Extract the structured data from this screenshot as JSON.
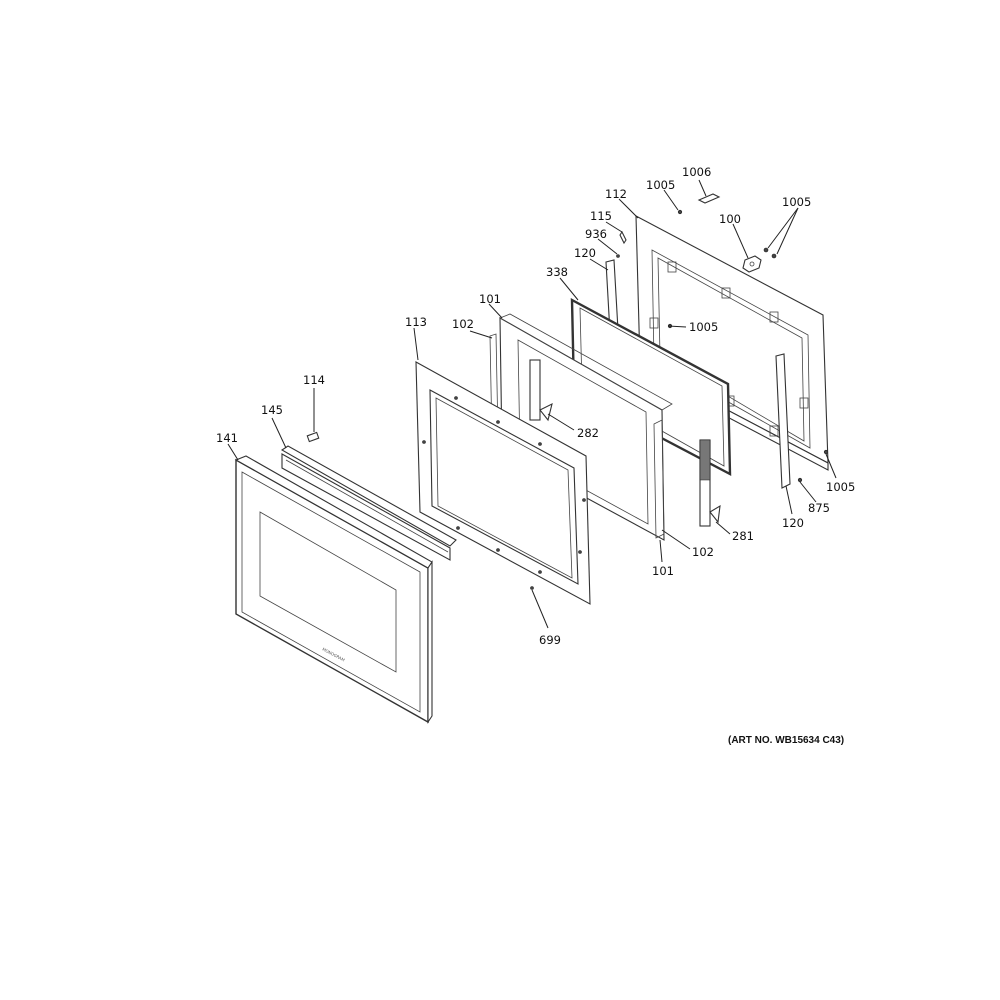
{
  "diagram": {
    "art_number": "(ART NO. WB15634 C43)",
    "brand_mark": "MONOGRAM",
    "callouts": [
      {
        "id": "c1006",
        "label": "1006"
      },
      {
        "id": "c112",
        "label": "112"
      },
      {
        "id": "c1005a",
        "label": "1005"
      },
      {
        "id": "c1005b",
        "label": "1005"
      },
      {
        "id": "c100",
        "label": "100"
      },
      {
        "id": "c115",
        "label": "115"
      },
      {
        "id": "c936",
        "label": "936"
      },
      {
        "id": "c120a",
        "label": "120"
      },
      {
        "id": "c338",
        "label": "338"
      },
      {
        "id": "c101a",
        "label": "101"
      },
      {
        "id": "c1005c",
        "label": "1005"
      },
      {
        "id": "c113",
        "label": "113"
      },
      {
        "id": "c102a",
        "label": "102"
      },
      {
        "id": "c114",
        "label": "114"
      },
      {
        "id": "c145",
        "label": "145"
      },
      {
        "id": "c141",
        "label": "141"
      },
      {
        "id": "c282",
        "label": "282"
      },
      {
        "id": "c1005d",
        "label": "1005"
      },
      {
        "id": "c875",
        "label": "875"
      },
      {
        "id": "c120b",
        "label": "120"
      },
      {
        "id": "c281",
        "label": "281"
      },
      {
        "id": "c102b",
        "label": "102"
      },
      {
        "id": "c101b",
        "label": "101"
      },
      {
        "id": "c699",
        "label": "699"
      }
    ]
  }
}
